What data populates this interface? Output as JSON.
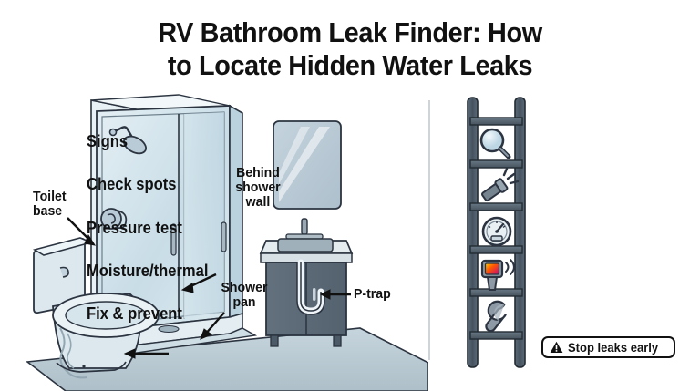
{
  "title": {
    "line1": "RV Bathroom Leak Finder: How",
    "line2": "to Locate Hidden Water Leaks"
  },
  "illustration": {
    "name": "rv-bathroom-cutaway",
    "labels": [
      {
        "id": "toilet-base",
        "text": "Toilet base",
        "lines": [
          "Toilet",
          "base"
        ]
      },
      {
        "id": "behind-shower-wall",
        "text": "Behind shower wall",
        "lines": [
          "Behind",
          "shower",
          "wall"
        ]
      },
      {
        "id": "shower-pan",
        "text": "Shower pan",
        "lines": [
          "Shower",
          "pan"
        ]
      },
      {
        "id": "p-trap",
        "text": "P-trap",
        "lines": [
          "P-trap"
        ]
      }
    ],
    "parts": [
      "toilet",
      "shower-enclosure",
      "shower-head",
      "shower-valve",
      "shower-pan",
      "mirror",
      "vanity",
      "sink",
      "faucet",
      "p-trap",
      "floor"
    ]
  },
  "steps": {
    "title_icon": "ladder",
    "items": [
      {
        "label": "Signs",
        "icon": "magnifier-icon"
      },
      {
        "label": "Check spots",
        "icon": "flashlight-icon"
      },
      {
        "label": "Pressure test",
        "icon": "pressure-gauge-icon"
      },
      {
        "label": "Moisture/thermal",
        "icon": "thermal-camera-icon"
      },
      {
        "label": "Fix & prevent",
        "icon": "wrench-icon"
      }
    ]
  },
  "badge": {
    "text": "Stop leaks early",
    "icon": "warning-triangle-icon"
  },
  "colors": {
    "background": "#ffffff",
    "ink": "#111111",
    "outline": "#2b3440",
    "glass": "#cfe0e8",
    "porcelain": "#dce8ee",
    "vanity": "#5d6b78",
    "counter": "#dfe7ea",
    "floor": "#b8c8d1",
    "ladder": "#4e5c69",
    "divider": "#cfd4d8",
    "thermal_hot": "#ff4d00"
  }
}
